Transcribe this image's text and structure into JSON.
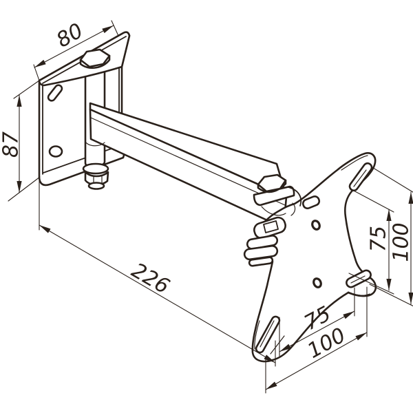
{
  "figure": {
    "background_color": "#ffffff",
    "line_color": "#2a211b"
  },
  "dimension_labels": {
    "plate_width": "80",
    "plate_height": "87",
    "arm_length": "226",
    "vesa_vertical_inner": "75",
    "vesa_vertical_outer": "100",
    "vesa_horizontal_inner": "75",
    "vesa_horizontal_outer": "100"
  }
}
